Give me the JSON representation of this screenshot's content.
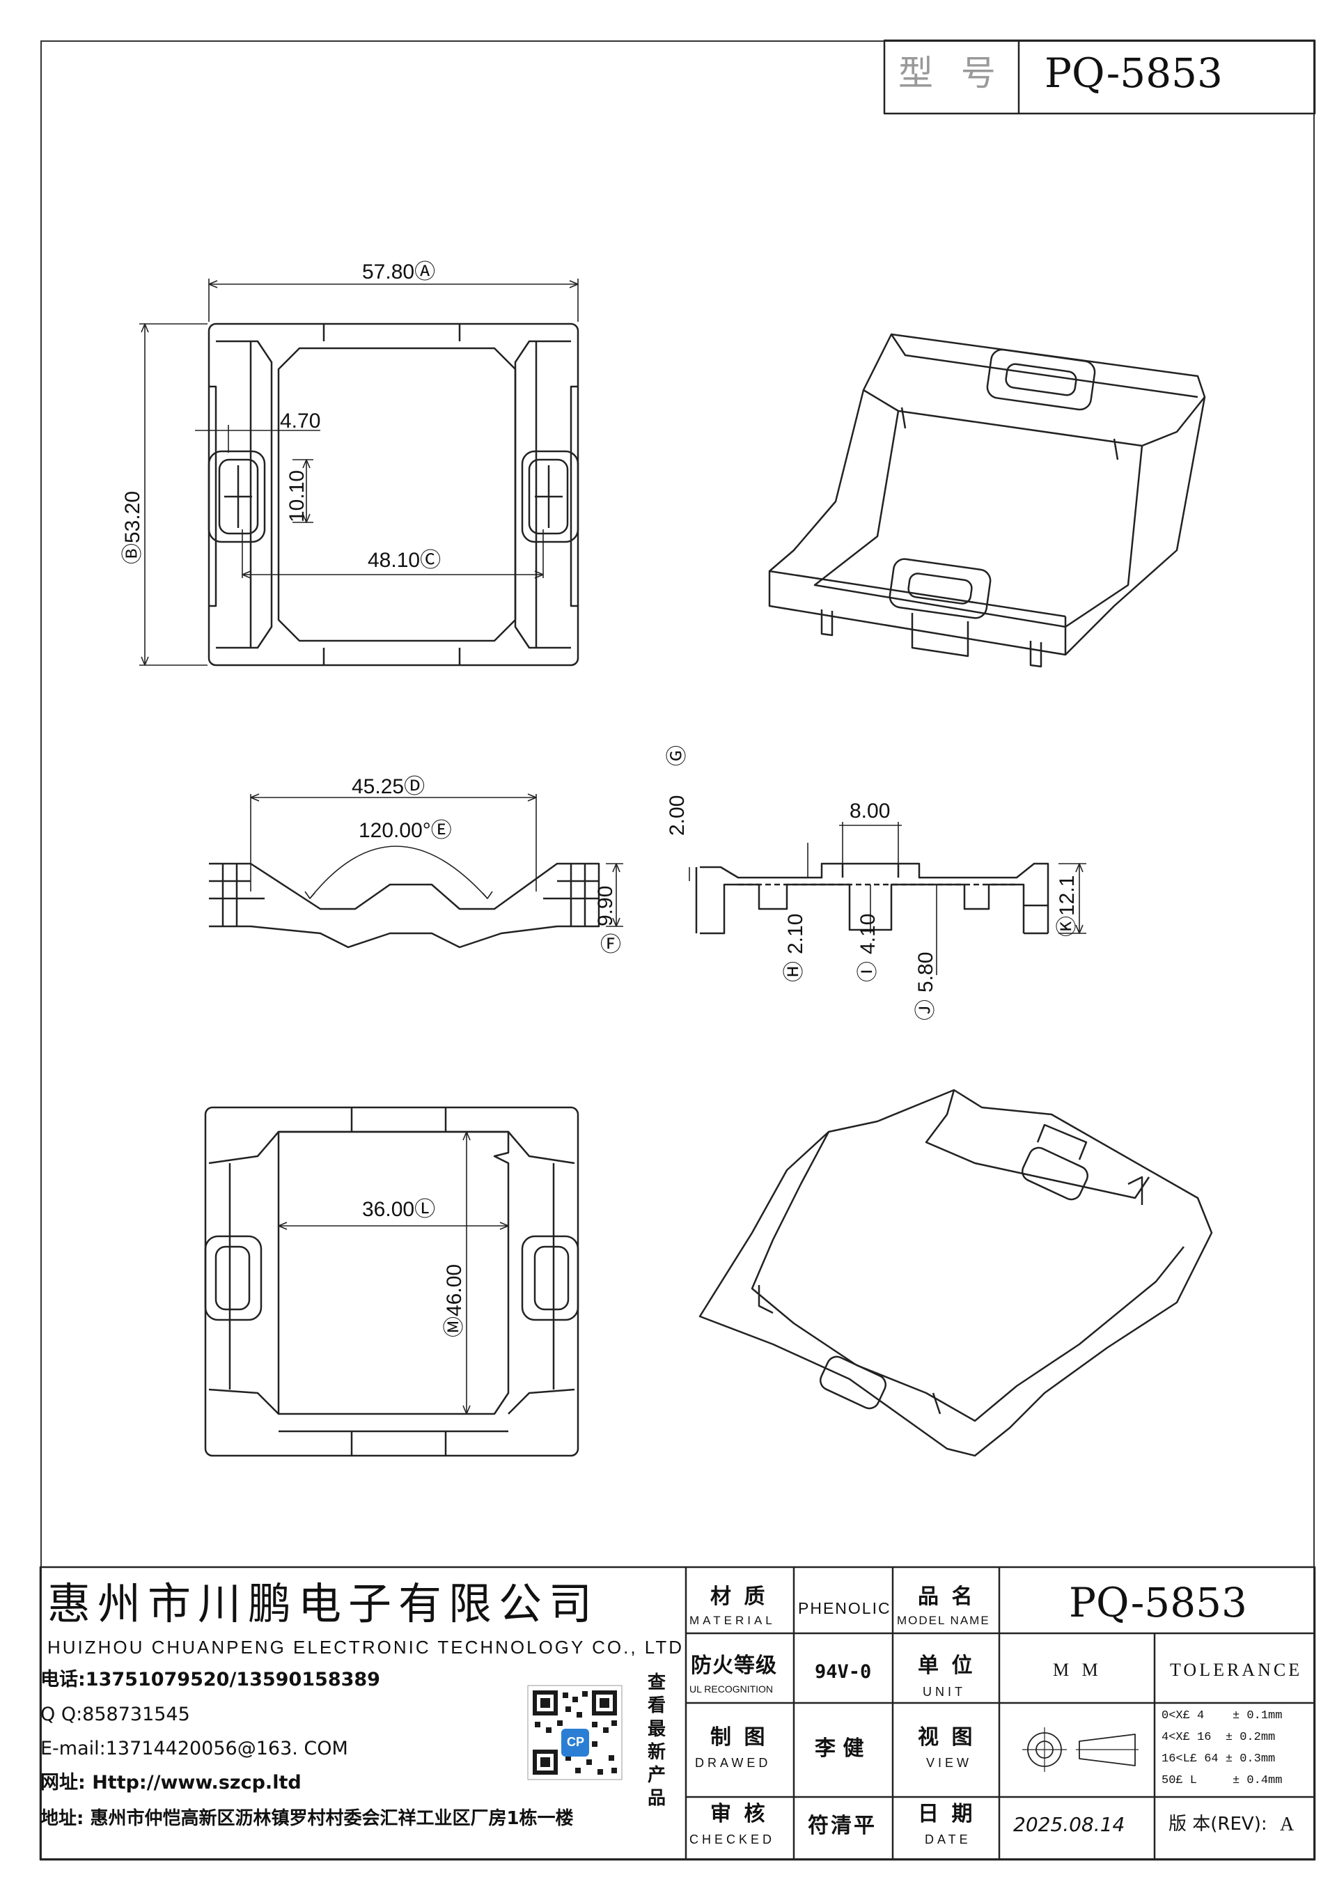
{
  "header": {
    "model_label": "型 号",
    "model_value": "PQ-5853"
  },
  "dimensions": {
    "a": "57.80",
    "a_mark": "Ⓐ",
    "b": "53.20",
    "b_mark": "Ⓑ",
    "c": "48.10",
    "c_mark": "Ⓒ",
    "d": "45.25",
    "d_mark": "Ⓓ",
    "e": "120.00°",
    "e_mark": "Ⓔ",
    "f": "9.90",
    "f_mark": "Ⓕ",
    "g": "2.00",
    "g_mark": "Ⓖ",
    "h": "2.10",
    "h_mark": "Ⓗ",
    "i": "4.10",
    "i_mark": "Ⓘ",
    "j": "5.80",
    "j_mark": "Ⓙ",
    "k": "12.1",
    "k_mark": "Ⓚ",
    "l": "36.00",
    "l_mark": "Ⓛ",
    "m": "46.00",
    "m_mark": "Ⓜ",
    "n1": "4.70",
    "n2": "10.10",
    "n3": "8.00"
  },
  "titleblock": {
    "company_cn": "惠州市川鹏电子有限公司",
    "company_en": "HUIZHOU CHUANPENG ELECTRONIC TECHNOLOGY CO., LTD",
    "phone": "电话:13751079520/13590158389",
    "qq": "Q Q:858731545",
    "email": "E-mail:13714420056@163. COM",
    "website": "网址: Http://www.szcp.ltd",
    "address": "地址: 惠州市仲恺高新区沥林镇罗村村委会汇祥工业区厂房1栋一楼",
    "qr_caption": "查看最新产品",
    "qr_badge": "CP",
    "material_cn": "材 质",
    "material_en": "MATERIAL",
    "material_value": "PHENOLIC",
    "flame_cn": "防火等级",
    "flame_en": "UL RECOGNITION",
    "flame_value": "94V-0",
    "drawn_cn": "制 图",
    "drawn_en": "DRAWED",
    "drawn_value": "李 健",
    "checked_cn": "审 核",
    "checked_en": "CHECKED",
    "checked_value": "符清平",
    "name_cn": "品 名",
    "name_en": "MODEL NAME",
    "name_value": "PQ-5853",
    "unit_cn": "单 位",
    "unit_en": "UNIT",
    "unit_value": "M M",
    "view_cn": "视 图",
    "view_en": "VIEW",
    "date_cn": "日 期",
    "date_en": "DATE",
    "date_value": "2025.08.14",
    "tolerance_title": "TOLERANCE",
    "tolerance_rows": [
      "0<X£ 4    ± 0.1mm",
      "4<X£ 16  ± 0.2mm",
      "16<L£ 64 ± 0.3mm",
      "50£ L     ± 0.4mm"
    ],
    "rev_label": "版 本(REV):",
    "rev_value": "A"
  }
}
